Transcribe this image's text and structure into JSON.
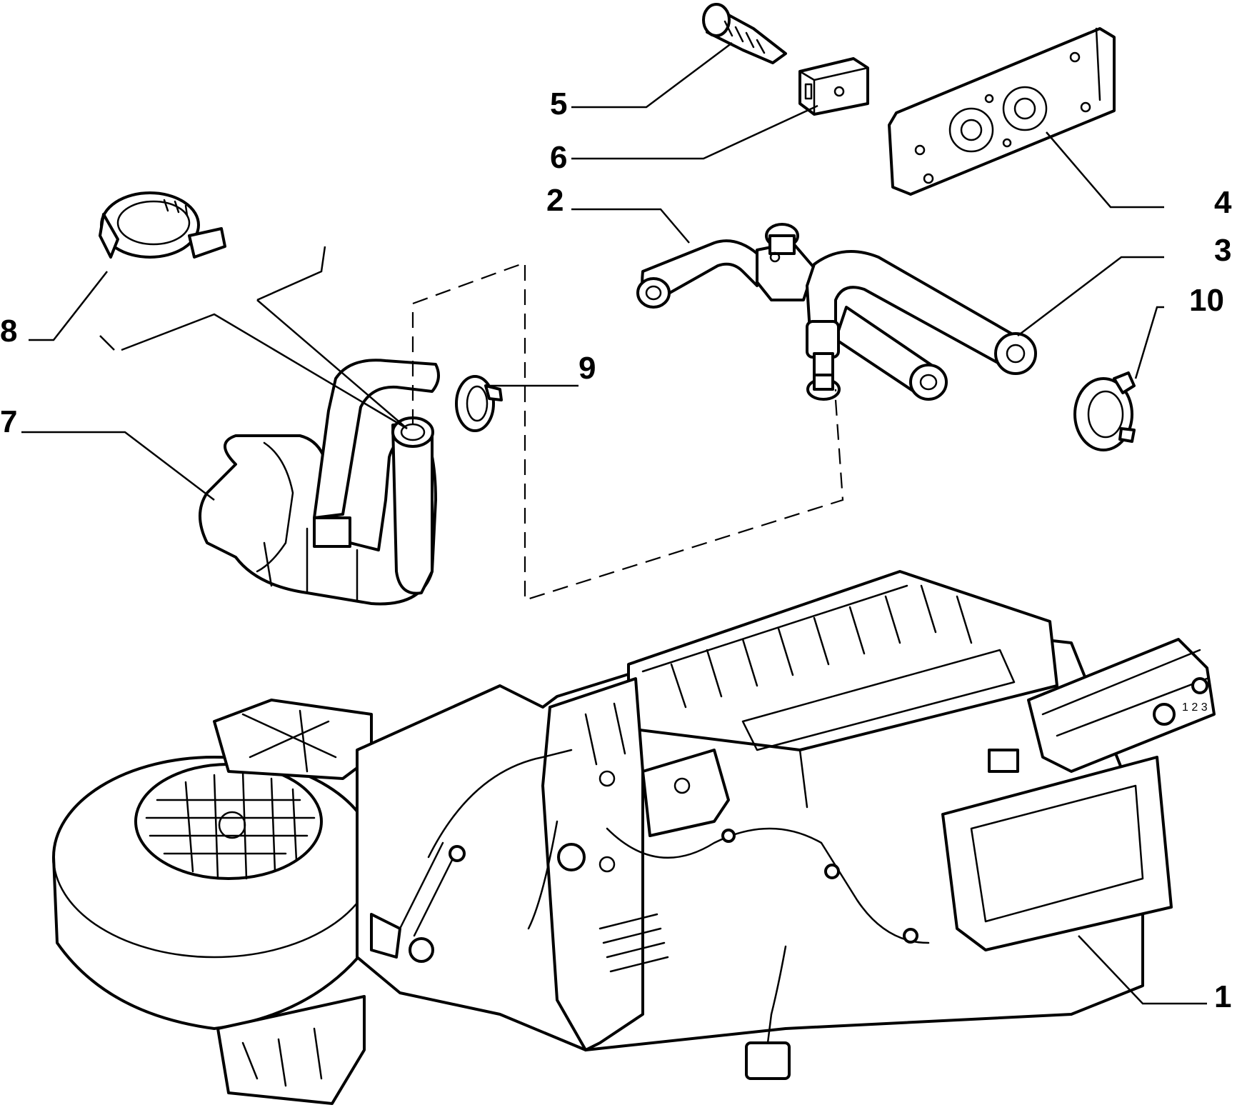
{
  "callouts": [
    {
      "id": "1",
      "text": "1"
    },
    {
      "id": "2",
      "text": "2"
    },
    {
      "id": "3",
      "text": "3"
    },
    {
      "id": "4",
      "text": "4"
    },
    {
      "id": "5",
      "text": "5"
    },
    {
      "id": "6",
      "text": "6"
    },
    {
      "id": "7",
      "text": "7"
    },
    {
      "id": "8",
      "text": "8"
    },
    {
      "id": "9",
      "text": "9"
    },
    {
      "id": "10",
      "text": "10"
    }
  ],
  "dial_marks": "1 2 3"
}
